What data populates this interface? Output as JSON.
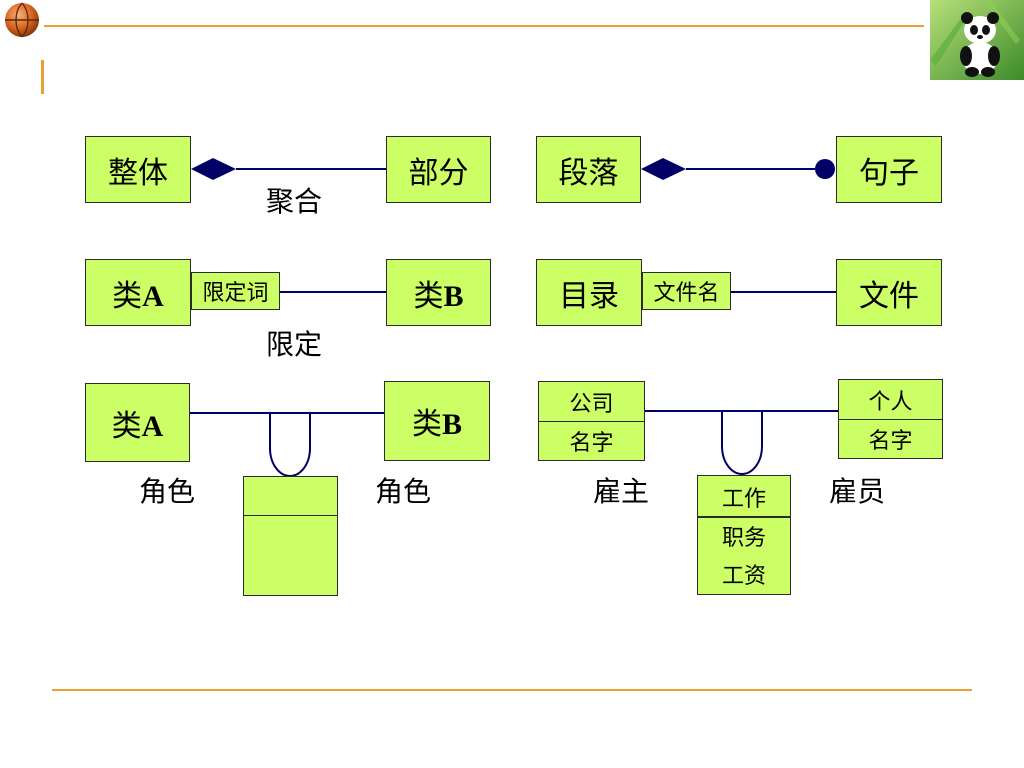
{
  "slide": {
    "row1": {
      "left": {
        "whole": "整体",
        "part": "部分",
        "caption": "聚合"
      },
      "right": {
        "whole": "段落",
        "part": "句子"
      }
    },
    "row2": {
      "left": {
        "classA": "类",
        "classA_suffix": "A",
        "qualifier": "限定词",
        "classB": "类",
        "classB_suffix": "B",
        "caption": "限定"
      },
      "right": {
        "source": "目录",
        "qualifier": "文件名",
        "target": "文件"
      }
    },
    "row3": {
      "left": {
        "classA": "类",
        "classA_suffix": "A",
        "classB": "类",
        "classB_suffix": "B",
        "roleA": "角色",
        "roleB": "角色"
      },
      "right": {
        "company_name": "公司",
        "company_attr": "名字",
        "person_name": "个人",
        "person_attr": "名字",
        "employer_role": "雇主",
        "employee_role": "雇员",
        "assoc_class_name": "工作",
        "assoc_attr_1": "职务",
        "assoc_attr_2": "工资"
      }
    }
  },
  "colors": {
    "box_fill": "#ccff66",
    "line": "#000066",
    "accent_rule": "#e8a030"
  },
  "icons": [
    "basketball-icon",
    "panda-logo"
  ]
}
